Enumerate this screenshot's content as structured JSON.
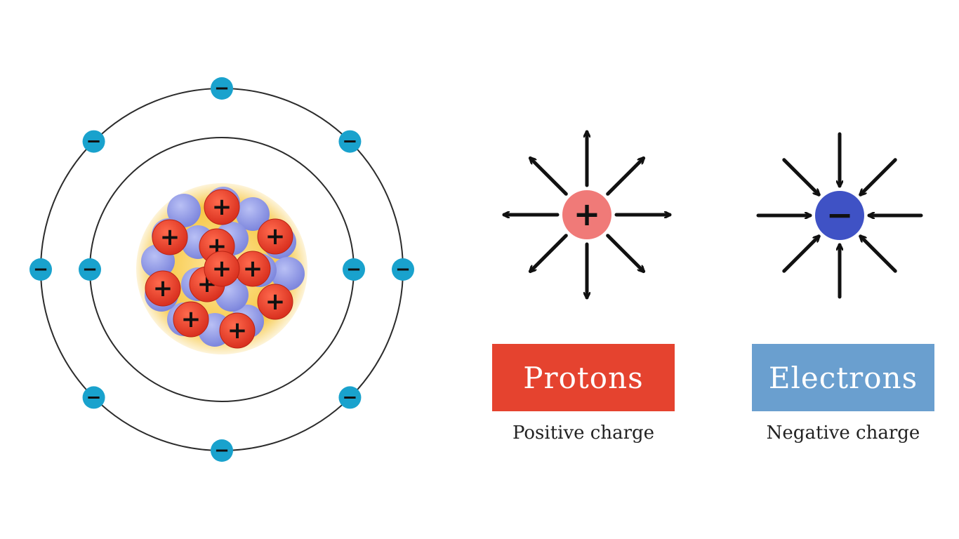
{
  "colors": {
    "proton": "#e8432d",
    "proton_field": "#f07a78",
    "neutron": "#8f97e8",
    "nucleus_glow": "#f6c744",
    "electron": "#19a2cd",
    "electron_field": "#3f52c5",
    "protons_box": "#e5432f",
    "electrons_box": "#6a9fcf",
    "orbit": "#2b2b2b",
    "arrow": "#111111"
  },
  "atom": {
    "proton_symbol": "+",
    "electron_symbol": "−",
    "proton_count": 11,
    "electron_count": 10,
    "inner_shell_electrons": 2,
    "outer_shell_electrons": 8
  },
  "legend": {
    "protons": {
      "title": "Protons",
      "caption": "Positive charge",
      "symbol": "+",
      "field_direction": "outward"
    },
    "electrons": {
      "title": "Electrons",
      "caption": "Negative charge",
      "symbol": "−",
      "field_direction": "inward"
    }
  }
}
